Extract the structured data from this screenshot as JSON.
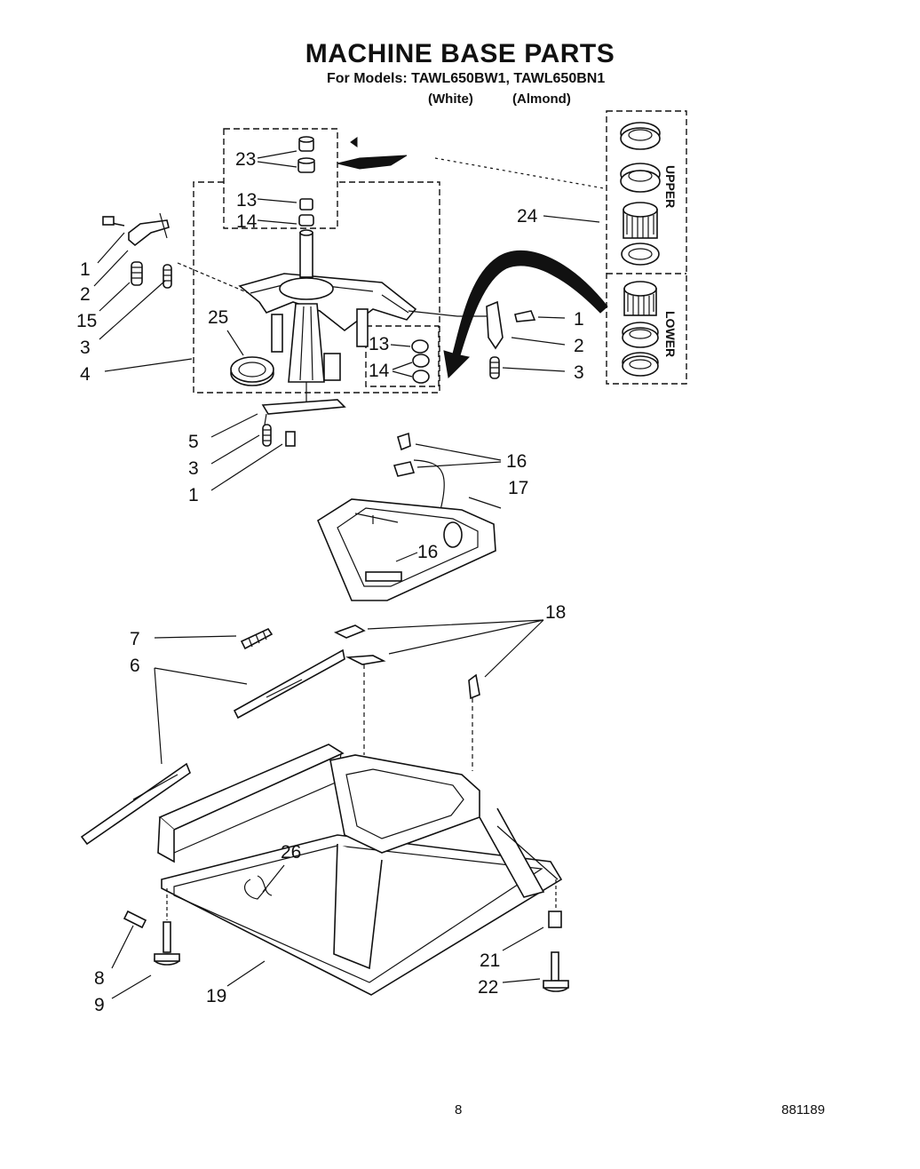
{
  "title": "MACHINE BASE PARTS",
  "subtitle": "For Models: TAWL650BW1, TAWL650BN1",
  "colors": {
    "white": "(White)",
    "almond": "(Almond)"
  },
  "inset_labels": {
    "upper": "UPPER",
    "lower": "LOWER"
  },
  "callouts": {
    "c1a": "1",
    "c2a": "2",
    "c15": "15",
    "c3a": "3",
    "c4": "4",
    "c23": "23",
    "c13a": "13",
    "c14a": "14",
    "c25": "25",
    "c13b": "13",
    "c14b": "14",
    "c24": "24",
    "c1b": "1",
    "c2b": "2",
    "c3b": "3",
    "c5": "5",
    "c3c": "3",
    "c1c": "1",
    "c16a": "16",
    "c17": "17",
    "c16b": "16",
    "c7": "7",
    "c6": "6",
    "c18": "18",
    "c26": "26",
    "c8": "8",
    "c9": "9",
    "c19": "19",
    "c21": "21",
    "c22": "22"
  },
  "footer": {
    "page": "8",
    "code": "881189"
  }
}
